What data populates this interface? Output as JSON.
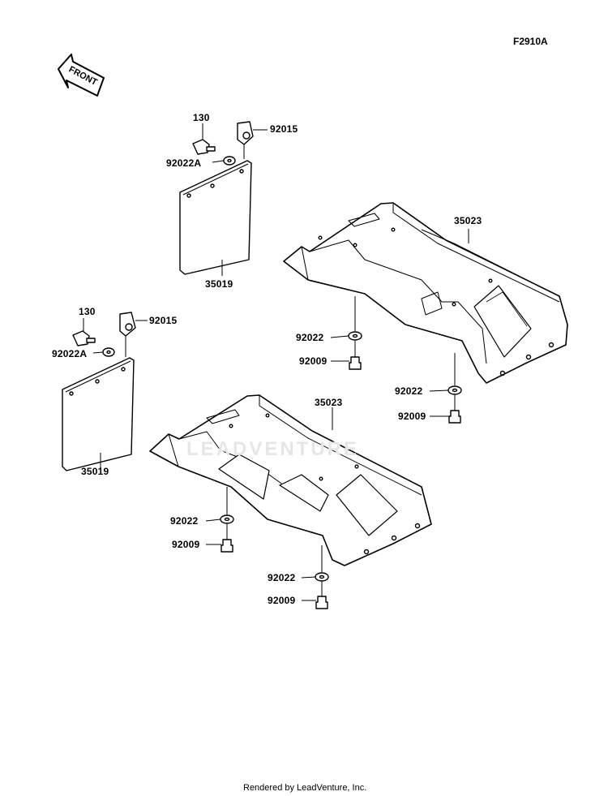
{
  "figure_code": "F2910A",
  "front_label": "FRONT",
  "watermark": "LEADVENTURE",
  "footer": "Rendered by LeadVenture, Inc.",
  "callouts": {
    "top_bolt": "130",
    "top_clip": "92015",
    "top_washer": "92022A",
    "top_flap": "35019",
    "left_bolt": "130",
    "left_clip": "92015",
    "left_washer": "92022A",
    "left_flap": "35019",
    "right_cover": "35023",
    "right_collar_1": "92022",
    "right_bolt_1": "92009",
    "right_collar_2": "92022",
    "right_bolt_2": "92009",
    "lower_cover": "35023",
    "lower_collar_1": "92022",
    "lower_bolt_1": "92009",
    "lower_collar_2": "92022",
    "lower_bolt_2": "92009"
  }
}
